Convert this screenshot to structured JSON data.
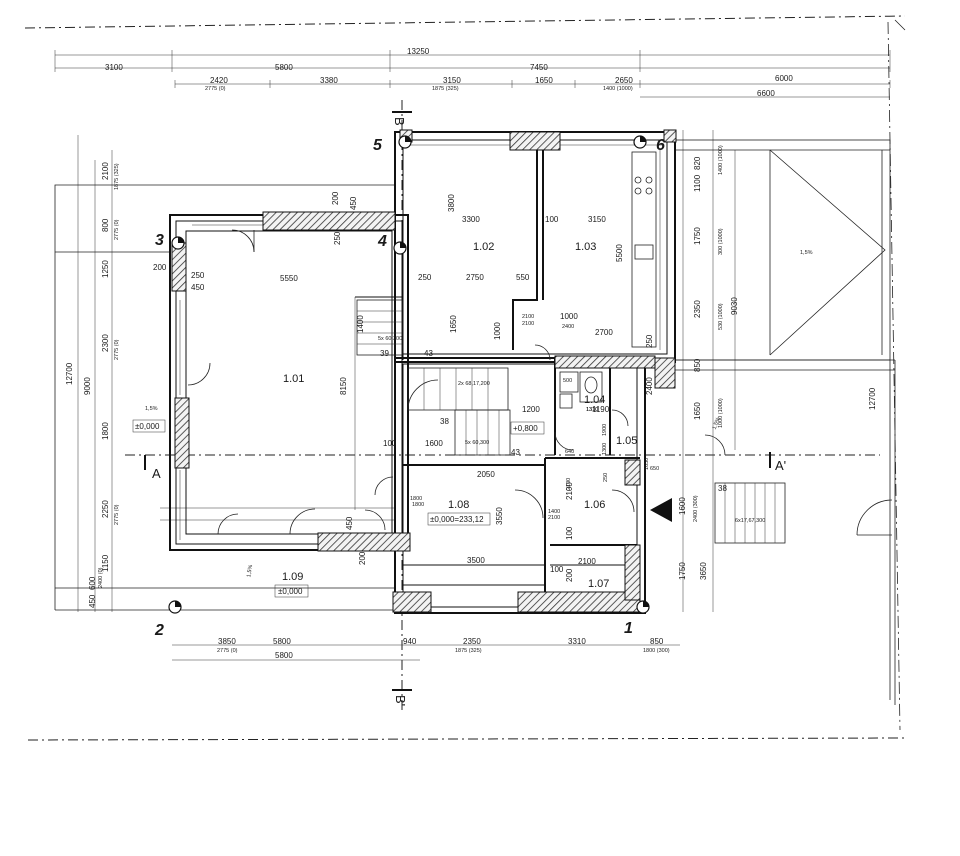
{
  "dimensions": {
    "top_total": "13250",
    "top_row1": [
      "3100",
      "5800",
      "7450",
      "6000"
    ],
    "top_row2": [
      "2420",
      "3380",
      "3150",
      "1650",
      "2650",
      "6600"
    ],
    "top_row2_sub": [
      "2775 (0)",
      "1875 (325)",
      "1400 (1000)"
    ],
    "left_outer": [
      "12700",
      "9000"
    ],
    "left_row": [
      "2100",
      "800",
      "1250",
      "2300",
      "1800",
      "2250",
      "1150",
      "600",
      "450"
    ],
    "left_sub": [
      "1875 (325)",
      "2775 (0)",
      "2775 (0)",
      "2775 (0)",
      "2400 (0)"
    ],
    "bottom_row1": [
      "3850",
      "5800",
      "940",
      "2350",
      "3310",
      "850"
    ],
    "bottom_row2": [
      "5800"
    ],
    "bottom_sub": [
      "2775 (0)",
      "1875 (325)",
      "1800 (300)"
    ],
    "right_row": [
      "820",
      "1100",
      "1750",
      "2350",
      "850",
      "1650",
      "1600",
      "1750"
    ],
    "right_sub": [
      "1400 (1000)",
      "300 (1000)",
      "530 (1000)",
      "1000 (1000)",
      "2400 (300)"
    ],
    "right_outer": [
      "9030",
      "12700",
      "3650"
    ],
    "interior": [
      "3800",
      "3300",
      "100",
      "3150",
      "5500",
      "250",
      "2750",
      "550",
      "1650",
      "1400",
      "1000",
      "1000",
      "2100",
      "2400",
      "2700",
      "250",
      "200",
      "450",
      "250",
      "5550",
      "8150",
      "200",
      "250",
      "450",
      "100",
      "1600",
      "2050",
      "1200",
      "1190",
      "2400",
      "1800",
      "3550",
      "3500",
      "2100",
      "1400",
      "2100",
      "100",
      "2100",
      "100",
      "200",
      "1650",
      "1800",
      "450",
      "200",
      "38",
      "43",
      "39",
      "43",
      "38",
      "500",
      "1310",
      "2100",
      "640",
      "1900",
      "1300",
      "250",
      "650",
      "2100"
    ],
    "stairs": [
      "5x 60,300",
      "2x 68,17,200",
      "5x 60,300",
      "6x17,67,300"
    ]
  },
  "rooms": [
    {
      "id": "1.01"
    },
    {
      "id": "1.02"
    },
    {
      "id": "1.03"
    },
    {
      "id": "1.04"
    },
    {
      "id": "1.05"
    },
    {
      "id": "1.06"
    },
    {
      "id": "1.07"
    },
    {
      "id": "1.08"
    },
    {
      "id": "1.09"
    }
  ],
  "levels": [
    "±0,000",
    "+0,800",
    "±0,000=233,12",
    "±0,000",
    "1310"
  ],
  "axes": [
    "1",
    "2",
    "3",
    "4",
    "5",
    "6"
  ],
  "sections": [
    "A",
    "A'",
    "B",
    "B'"
  ],
  "slope": [
    "1,5%",
    "1,5%",
    "1,5%",
    "1,5%"
  ],
  "colors": {
    "line": "#111111",
    "hatch": "#333333",
    "background": "#ffffff"
  }
}
